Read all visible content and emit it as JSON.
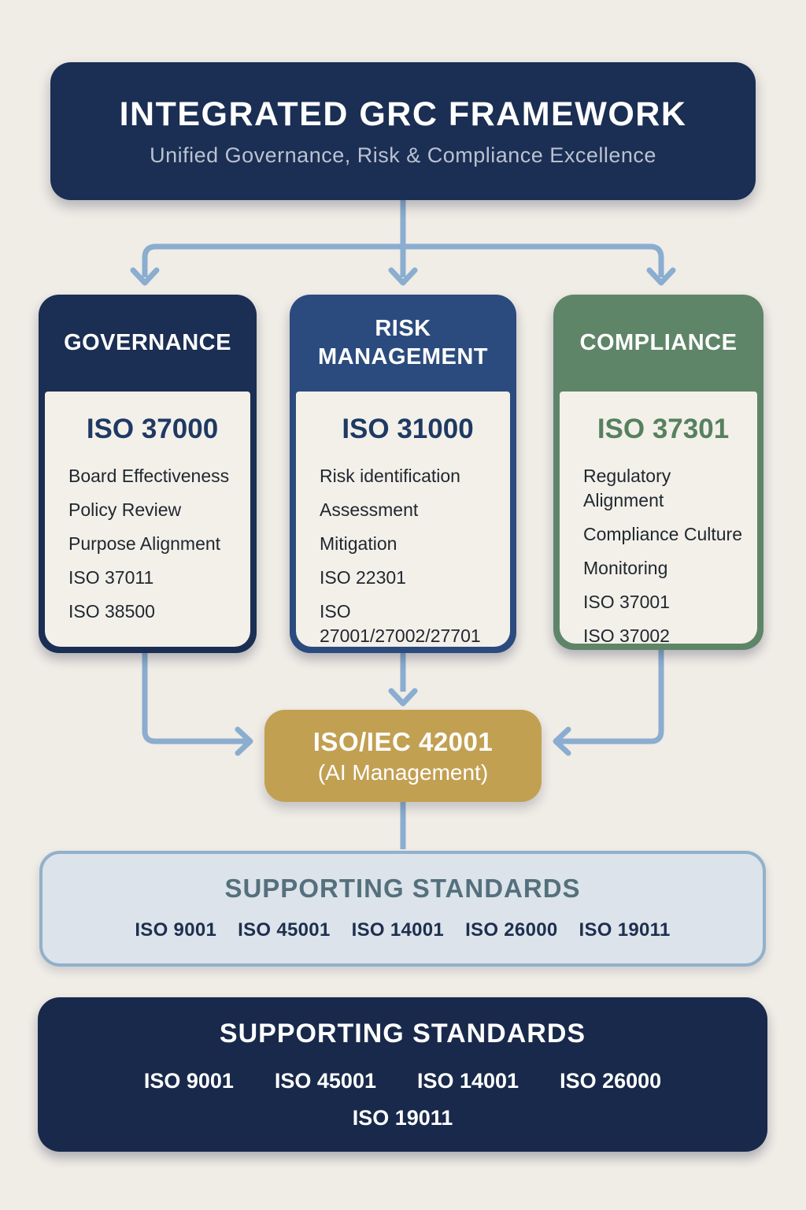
{
  "header": {
    "title": "INTEGRATED GRC FRAMEWORK",
    "subtitle": "Unified Governance, Risk & Compliance Excellence"
  },
  "pillars": [
    {
      "name": "GOVERNANCE",
      "standard": "ISO 37000",
      "items": [
        "Board Effectiveness",
        "Policy Review",
        "Purpose Alignment",
        "ISO 37011",
        "ISO 38500"
      ]
    },
    {
      "name": "RISK MANAGEMENT",
      "standard": "ISO 31000",
      "items": [
        "Risk identification",
        "Assessment",
        "Mitigation",
        "ISO 22301",
        "ISO 27001/27002/27701"
      ]
    },
    {
      "name": "COMPLIANCE",
      "standard": "ISO 37301",
      "items": [
        "Regulatory Alignment",
        "Compliance Culture",
        "Monitoring",
        "ISO 37001",
        "ISO 37002"
      ]
    }
  ],
  "ai_box": {
    "title": "ISO/IEC 42001",
    "subtitle": "(AI Management)"
  },
  "supporting_panel": {
    "title": "SUPPORTING STANDARDS",
    "items": [
      "ISO 9001",
      "ISO 45001",
      "ISO 14001",
      "ISO 26000",
      "ISO 19011"
    ]
  },
  "supporting_footer": {
    "title": "SUPPORTING STANDARDS",
    "row1": [
      "ISO 9001",
      "ISO 45001",
      "ISO 14001",
      "ISO 26000"
    ],
    "row2": [
      "ISO 19011"
    ]
  },
  "colors": {
    "background": "#f0ece6",
    "navy": "#1b2e53",
    "footer_navy": "#18294b",
    "risk_blue": "#2b4b7e",
    "compliance_green": "#5e8567",
    "ai_gold": "#c2a052",
    "arrow_blue": "#8aadd0",
    "card_body": "#f3f0ea",
    "panel_bg": "#dce3ea",
    "panel_border": "#91b1cb",
    "panel_title": "#54707c",
    "standard_navy": "#1e3a63",
    "standard_green": "#56815f"
  }
}
